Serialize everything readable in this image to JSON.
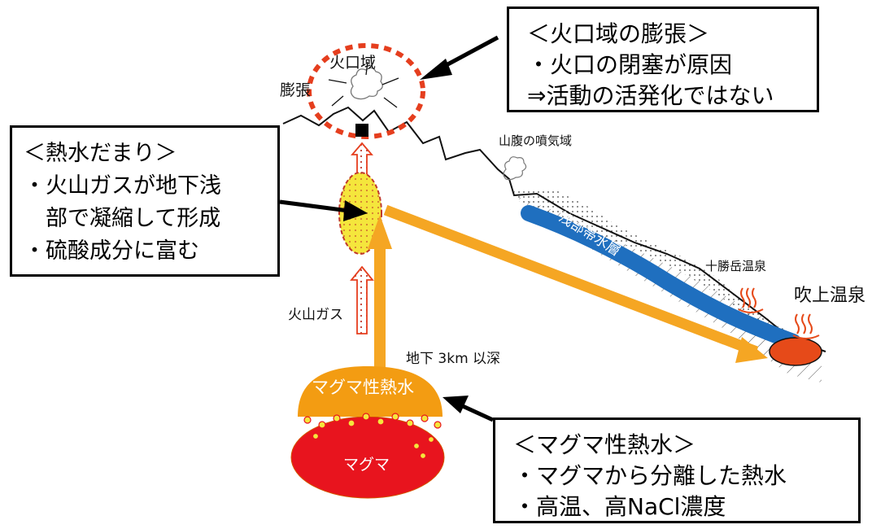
{
  "boxes": {
    "crater": {
      "title": "＜火口域の膨張＞",
      "lines": [
        "・火口の閉塞が原因",
        "⇒活動の活発化ではない"
      ]
    },
    "pool": {
      "title": "＜熱水だまり＞",
      "lines": [
        "・火山ガスが地下浅",
        "　部で凝縮して形成",
        "・硫酸成分に富む"
      ]
    },
    "magma_water": {
      "title": "＜マグマ性熱水＞",
      "lines": [
        "・マグマから分離した熱水",
        "・高温、高NaCl濃度"
      ]
    }
  },
  "labels": {
    "crater_area": "火口域",
    "swelling": "膨張",
    "flank_fumarole": "山腹の噴気域",
    "volcanic_gas": "火山ガス",
    "depth": "地下 3km 以深",
    "shallow_aquifer": "浅部帯水層",
    "tokachi_onsen": "十勝岳温泉",
    "fukiage_onsen": "吹上温泉",
    "magmatic_hydrothermal": "マグマ性熱水",
    "magma": "マグマ"
  },
  "colors": {
    "orange_arrow": "#F5A623",
    "red_dotted": "#E53E1E",
    "magma_red": "#E8141E",
    "magma_water_orange": "#F39C12",
    "pool_yellow": "#F5E63C",
    "aquifer_blue": "#1F6FBF",
    "hot_spring_red": "#E64A19"
  },
  "icons": [
    "hot-spring-icon",
    "steam-plume-icon",
    "vent-square-icon"
  ]
}
